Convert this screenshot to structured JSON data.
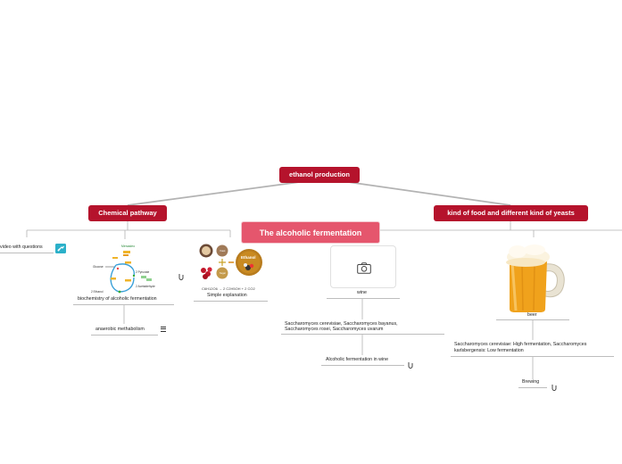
{
  "root": {
    "label": "ethanol production"
  },
  "center": {
    "label": "The alcoholic fermentation"
  },
  "branches": {
    "chemical": {
      "label": "Chemical pathway",
      "children": {
        "video": {
          "label": "video with questions"
        },
        "biochem": {
          "label": "biochemistry of alcoholic fermentation",
          "image_labels": {
            "top": "Mercadeo",
            "left": "Glucose",
            "r1": "2 Pyruvate",
            "r2": "2 Acetaldehyde",
            "bottom": "2 Ethanol"
          },
          "child": {
            "label": "anaerobic methabolism"
          }
        },
        "simple": {
          "label": "Simple explanation",
          "image_labels": {
            "ethanol": "Ethanol",
            "equation": "C6H12O6 → 2 C2H5OH + 2 CO2"
          }
        }
      }
    },
    "yeasts": {
      "label": "kind of food and different kind of yeasts",
      "children": {
        "wine": {
          "label": "wine",
          "yeasts": {
            "line1": "Saccharomyces cerevisiae, Saccharomyces bayanus,",
            "line2": "Saccharomyces rosei, Saccharomyces uvarum"
          },
          "child": {
            "label": "Alcoholic fermentation in wine"
          }
        },
        "beer": {
          "label": "beer",
          "yeasts": {
            "line1": "Saccharomyces cerevisiae: High fermentation, Saccharomyces",
            "line2": "karlsbergensis: Low fermentation"
          },
          "child": {
            "label": "Brewing"
          }
        }
      }
    }
  },
  "colors": {
    "main": "#b5132c",
    "center": "#e5566d",
    "link": "#b3b3b3"
  }
}
